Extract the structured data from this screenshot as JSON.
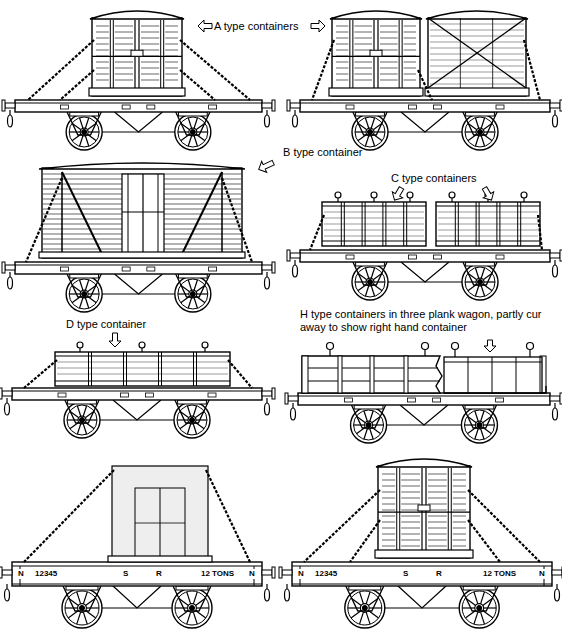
{
  "diagram": {
    "labels": [
      "A type containers",
      "B type container",
      "C type containers",
      "D type container",
      "H type containers in three plank wagon, partly cur away to show right hand container",
      "N",
      "12345",
      "S",
      "R",
      "12 TONS",
      "N",
      "N",
      "12345",
      "S",
      "R",
      "12 TONS",
      "N"
    ]
  }
}
